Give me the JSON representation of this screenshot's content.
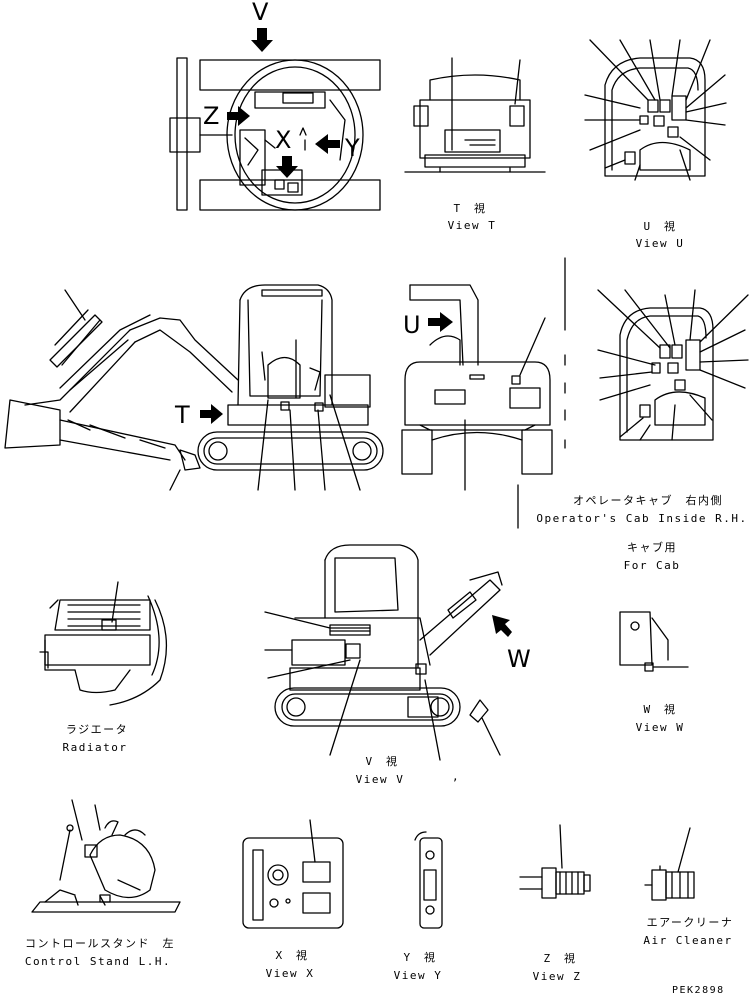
{
  "view_arrows": {
    "v": "V",
    "z": "Z",
    "x": "X",
    "y": "Y",
    "t": "T",
    "u": "U",
    "w": "W"
  },
  "captions": {
    "view_t_jp": "T　視",
    "view_t_en": "View T",
    "view_u_jp": "U　視",
    "view_u_en": "View U",
    "cab_inside_jp": "オペレータキャブ　右内側",
    "cab_inside_en": "Operator's Cab Inside R.H.",
    "for_cab_jp": "キャブ用",
    "for_cab_en": "For Cab",
    "radiator_jp": "ラジエータ",
    "radiator_en": "Radiator",
    "view_v_jp": "V　視",
    "view_v_en": "View V",
    "view_v_mark": ",",
    "view_w_jp": "W　視",
    "view_w_en": "View W",
    "control_stand_jp": "コントロールスタンド　左",
    "control_stand_en": "Control Stand L.H.",
    "view_x_jp": "X　視",
    "view_x_en": "View X",
    "view_y_jp": "Y　視",
    "view_y_en": "View Y",
    "view_z_jp": "Z　視",
    "view_z_en": "View Z",
    "air_cleaner_jp": "エアークリーナ",
    "air_cleaner_en": "Air Cleaner"
  },
  "drawing_code": "PEK2898",
  "colors": {
    "line": "#000000",
    "background": "#ffffff"
  }
}
